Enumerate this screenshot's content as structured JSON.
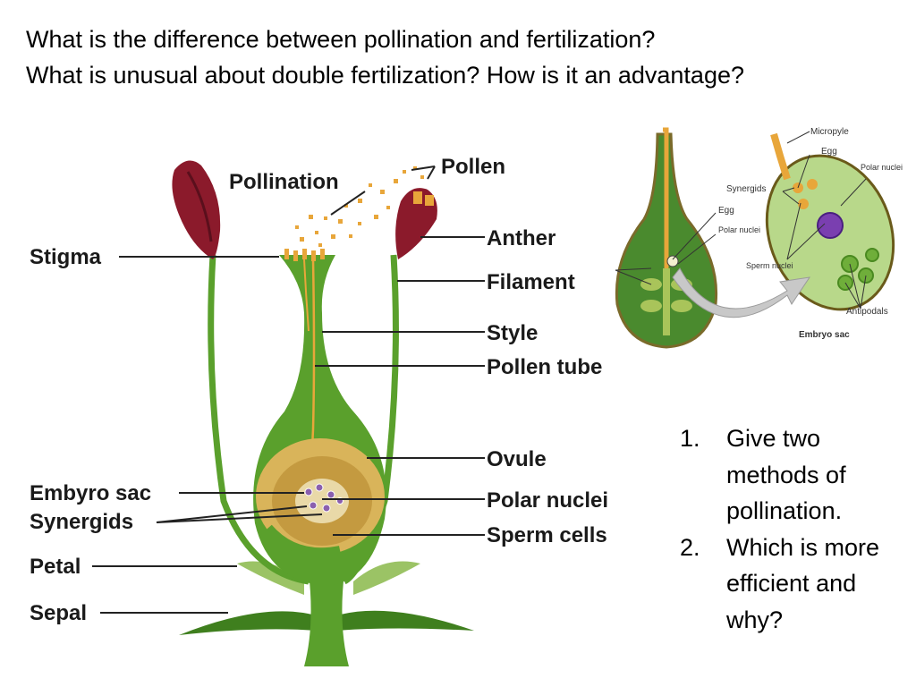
{
  "slide": {
    "title_line1": "What is the difference between pollination and fertilization?",
    "title_line2": "What is unusual about double fertilization?  How is it an advantage?"
  },
  "flower_diagram": {
    "labels": {
      "pollination": "Pollination",
      "pollen": "Pollen",
      "stigma": "Stigma",
      "anther": "Anther",
      "filament": "Filament",
      "style": "Style",
      "pollen_tube": "Pollen tube",
      "ovule": "Ovule",
      "embryo_sac": "Embyro sac",
      "polar_nuclei": "Polar nuclei",
      "synergids": "Synergids",
      "sperm_cells": "Sperm cells",
      "petal": "Petal",
      "sepal": "Sepal"
    }
  },
  "embryo_diagram": {
    "labels": {
      "micropyle": "Micropyle",
      "egg_top": "Egg",
      "polar_nuclei_right": "Polar nuclei",
      "synergids": "Synergids",
      "egg_left": "Egg",
      "polar_nuclei_left": "Polar nuclei",
      "sperm_nuclei": "Sperm nuclei",
      "antipodals": "Antipodals",
      "embryo_sac": "Embryo sac"
    }
  },
  "questions": [
    {
      "number": "1.",
      "text": "Give two methods of pollination."
    },
    {
      "number": "2.",
      "text": "Which is more efficient and why?"
    }
  ],
  "colors": {
    "stem_green": "#5aa02c",
    "dark_green": "#3f7f1e",
    "petal_red": "#8b1a2b",
    "pollen_orange": "#e8a63a",
    "ovule_tan": "#d9b45a",
    "embryo_sac_fill": "#2e6b2a",
    "arrow_grey": "#c8c8c8"
  }
}
